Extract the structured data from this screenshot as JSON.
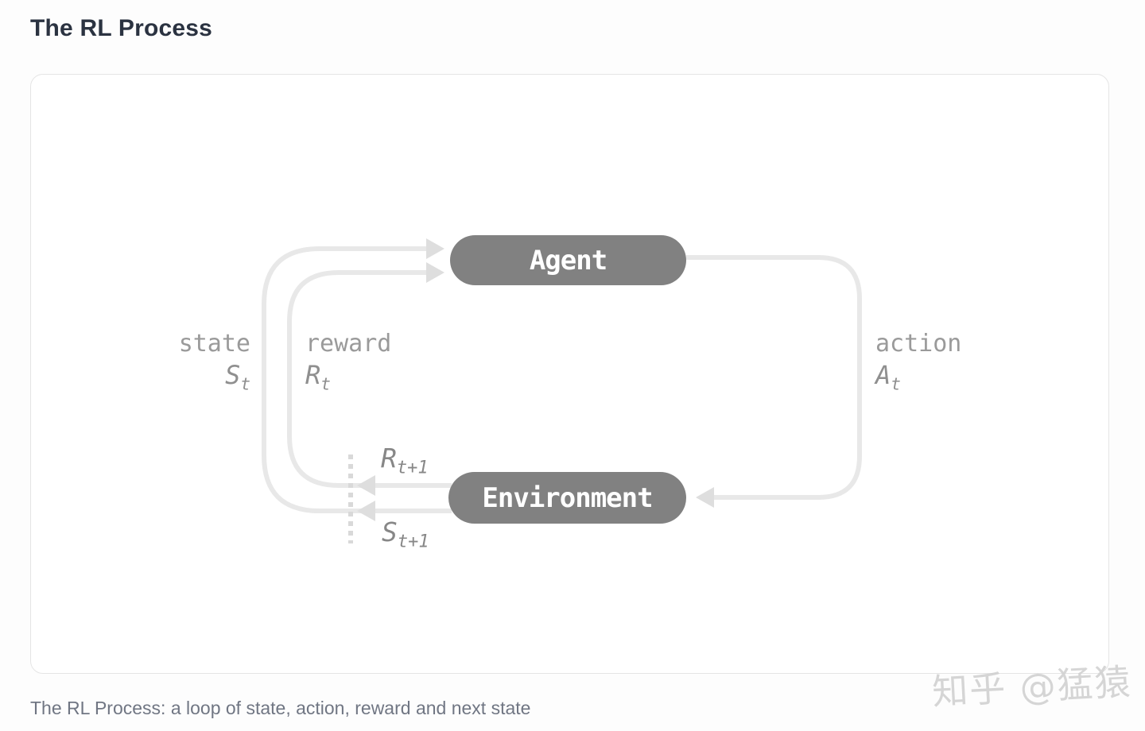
{
  "page": {
    "title": "The RL Process",
    "caption": "The RL Process: a loop of state, action, reward and next state",
    "watermark": "知乎 @猛猿"
  },
  "diagram": {
    "agent_label": "Agent",
    "environment_label": "Environment",
    "labels": {
      "state": {
        "word": "state",
        "symbol": "S",
        "subscript": "t"
      },
      "reward": {
        "word": "reward",
        "symbol": "R",
        "subscript": "t"
      },
      "action": {
        "word": "action",
        "symbol": "A",
        "subscript": "t"
      },
      "next_reward": {
        "symbol": "R",
        "subscript": "t+1"
      },
      "next_state": {
        "symbol": "S",
        "subscript": "t+1"
      }
    },
    "colors": {
      "node_fill": "#818181",
      "node_text": "#ffffff",
      "loop_line": "#e8e8e8",
      "arrowhead": "#dedede",
      "dotted_line": "#d9d9d9",
      "word_label": "#9a9a9a",
      "math_label": "#8f8f8f",
      "title": "#2b3341",
      "caption": "#707683",
      "card_border": "#e5e5e5",
      "watermark": "#cfcfcf"
    }
  }
}
